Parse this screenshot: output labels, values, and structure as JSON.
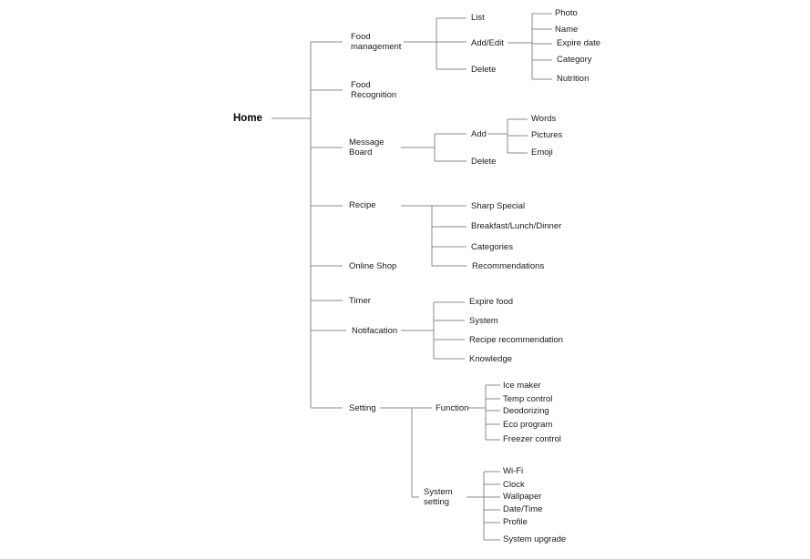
{
  "root": "Home",
  "level1": {
    "food_management": "Food\nmanagement",
    "food_recognition": "Food\nRecognition",
    "message_board": "Message\nBoard",
    "recipe": "Recipe",
    "online_shop": "Online Shop",
    "timer": "Timer",
    "notification": "Notifacation",
    "setting": "Setting"
  },
  "food_management": {
    "list": "List",
    "add_edit": "Add/Edit",
    "delete": "Delete",
    "add_edit_items": [
      "Photo",
      "Name",
      "Expire date",
      "Category",
      "Nutrition"
    ]
  },
  "message_board": {
    "add": "Add",
    "delete": "Delete",
    "add_items": [
      "Words",
      "Pictures",
      "Emoji"
    ]
  },
  "recipe_items": [
    "Sharp Special",
    "Breakfast/Lunch/Dinner",
    "Categories",
    "Recommendations"
  ],
  "notification_items": [
    "Expire food",
    "System",
    "Recipe recommendation",
    "Knowledge"
  ],
  "setting": {
    "function": "Function",
    "system_setting": "System\nsetting",
    "function_items": [
      "Ice maker",
      "Temp control",
      "Deodorizing",
      "Eco program",
      "Freezer control"
    ],
    "system_items": [
      "Wi-Fi",
      "Clock",
      "Wallpaper",
      "Date/Time",
      "Profile",
      "System upgrade"
    ]
  }
}
